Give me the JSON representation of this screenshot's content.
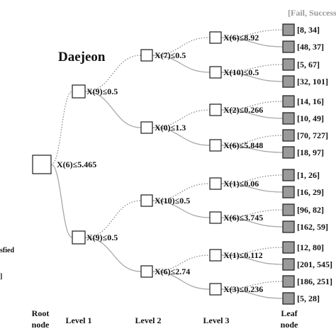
{
  "title": "Daejeon",
  "header": "[Fail, Success]",
  "side_text": "sfied",
  "side_mark": "]",
  "nodes": {
    "root": "X(6)≤5.465",
    "l1_top": "X(9)≤0.5",
    "l1_bot": "X(9)≤0.5",
    "l2_a": "X(7)≤0.5",
    "l2_b": "X(0)≤1.3",
    "l2_c": "X(10)≤0.5",
    "l2_d": "X(6)≤2.74",
    "l3_a": "X(6)≤8.92",
    "l3_b": "X(10)≤0.5",
    "l3_c": "X(2)≤0.266",
    "l3_d": "X(6)≤5.848",
    "l3_e": "X(1)≤0.06",
    "l3_f": "X(6)≤3.745",
    "l3_g": "X(1)≤0.112",
    "l3_h": "X(3)≤0.236"
  },
  "leaves": [
    "[8, 34]",
    "[48, 37]",
    "[5, 67]",
    "[32, 101]",
    "[14, 16]",
    "[10, 49]",
    "[70, 727]",
    "[18, 97]",
    "[1, 26]",
    "[16, 29]",
    "[96, 82]",
    "[162, 59]",
    "[12, 80]",
    "[201, 545]",
    "[186, 251]",
    "[5, 28]"
  ],
  "levels": {
    "root": [
      "Root",
      "node"
    ],
    "level1": "Level 1",
    "level2": "Level 2",
    "level3": "Level 3",
    "leaf": [
      "Leaf",
      "node"
    ]
  }
}
